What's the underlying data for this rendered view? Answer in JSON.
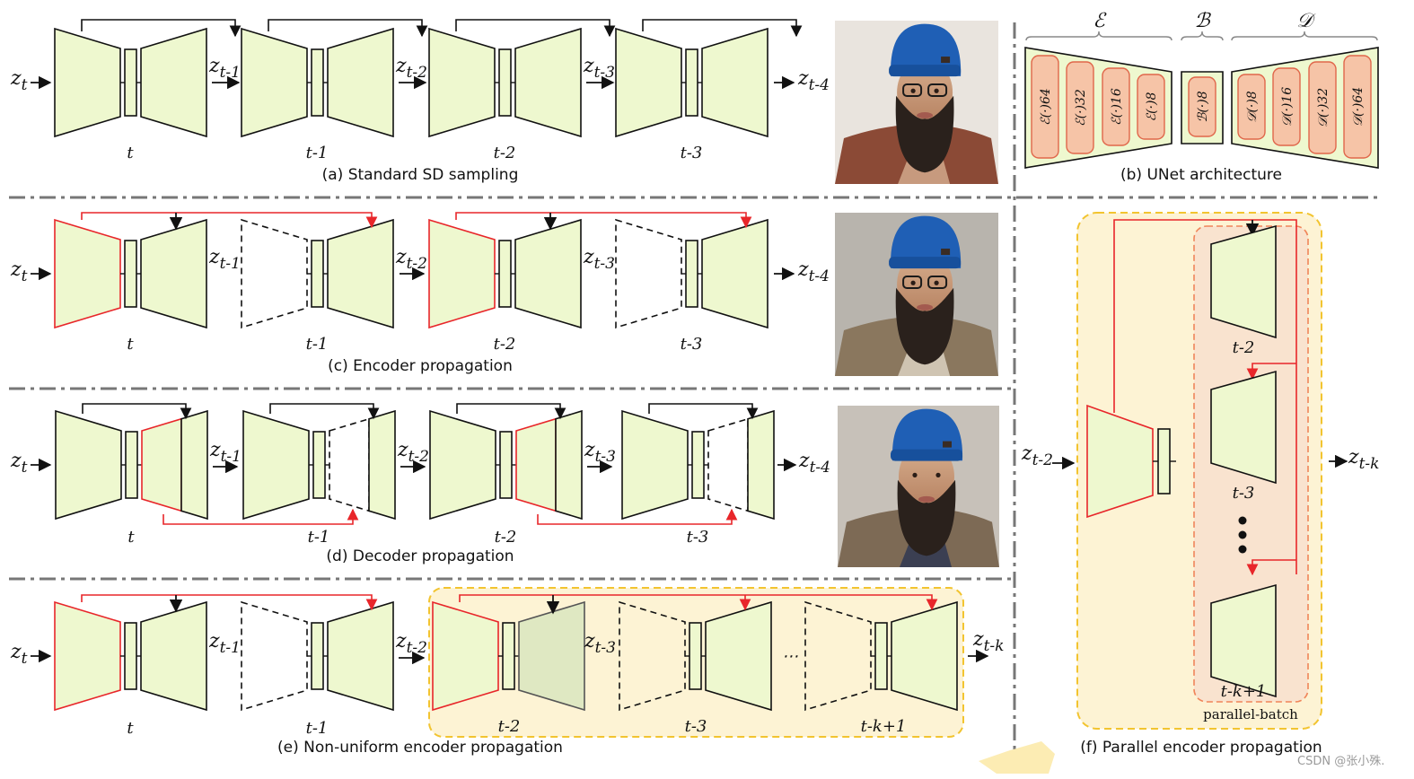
{
  "captions": {
    "a": "(a) Standard SD sampling",
    "b": "(b) UNet architecture",
    "c": "(c) Encoder propagation",
    "d": "(d) Decoder propagation",
    "e": "(e) Non-uniform encoder propagation",
    "f": "(f) Parallel encoder propagation"
  },
  "latents": {
    "zt": "z",
    "zt_sub": "t",
    "z1_sub": "t-1",
    "z2_sub": "t-2",
    "z3_sub": "t-3",
    "z4_sub": "t-4",
    "zk_sub": "t-k",
    "z": "z"
  },
  "timesteps": {
    "t": "t",
    "t1": "t-1",
    "t2": "t-2",
    "t3": "t-3",
    "tk1": "t-k+1"
  },
  "unet": {
    "encoder_symbol": "ℰ",
    "bottleneck_symbol": "ℬ",
    "decoder_symbol": "𝒟",
    "encoder_blocks": [
      "ℰ(·)64",
      "ℰ(·)32",
      "ℰ(·)16",
      "ℰ(·)8"
    ],
    "bottleneck_blocks": [
      "ℬ(·)8"
    ],
    "decoder_blocks": [
      "𝒟(·)8",
      "𝒟(·)16",
      "𝒟(·)32",
      "𝒟(·)64"
    ]
  },
  "parallel": {
    "batch_label": "parallel-batch",
    "ellipsis": "⋯"
  },
  "watermark": "CSDN @张小殊.",
  "colors": {
    "block_fill": "#eef8cf",
    "red": "#e8262a",
    "region_fill": "#fdf3d4",
    "region_border": "#f2c430",
    "batch_fill": "#f9e3cf",
    "batch_border": "#f0855a",
    "block_red_fill": "#f6c4a7",
    "block_red_border": "#e0664a"
  }
}
